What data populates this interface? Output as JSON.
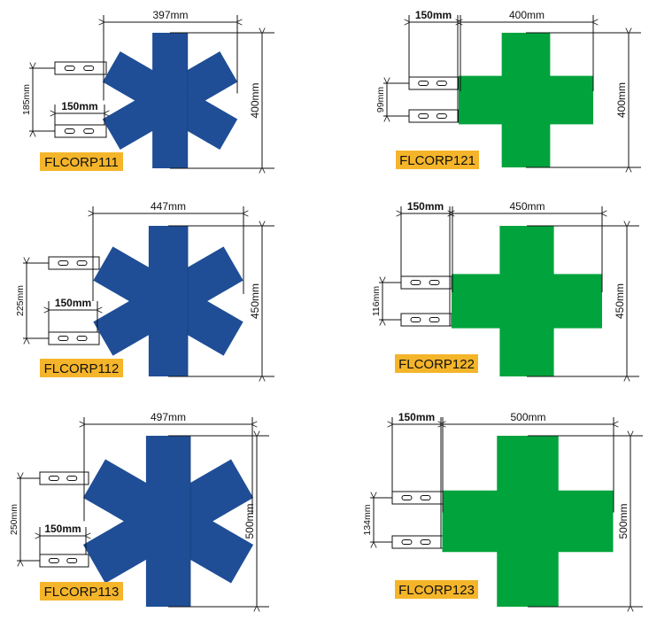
{
  "colors": {
    "star": "#1F4E96",
    "cross": "#00A33C",
    "label_bg": "#F5B52A"
  },
  "panels": [
    {
      "id": "FLCORP111",
      "type": "star",
      "width_label": "397mm",
      "height_label": "400mm",
      "bracket_len_label": "150mm",
      "bracket_gap_label": "185mm"
    },
    {
      "id": "FLCORP112",
      "type": "star",
      "width_label": "447mm",
      "height_label": "450mm",
      "bracket_len_label": "150mm",
      "bracket_gap_label": "225mm"
    },
    {
      "id": "FLCORP113",
      "type": "star",
      "width_label": "497mm",
      "height_label": "500mm",
      "bracket_len_label": "150mm",
      "bracket_gap_label": "250mm"
    },
    {
      "id": "FLCORP121",
      "type": "cross",
      "width_label": "400mm",
      "height_label": "400mm",
      "bracket_len_label": "150mm",
      "bracket_gap_label": "99mm"
    },
    {
      "id": "FLCORP122",
      "type": "cross",
      "width_label": "450mm",
      "height_label": "450mm",
      "bracket_len_label": "150mm",
      "bracket_gap_label": "116mm"
    },
    {
      "id": "FLCORP123",
      "type": "cross",
      "width_label": "500mm",
      "height_label": "500mm",
      "bracket_len_label": "150mm",
      "bracket_gap_label": "134mm"
    }
  ]
}
